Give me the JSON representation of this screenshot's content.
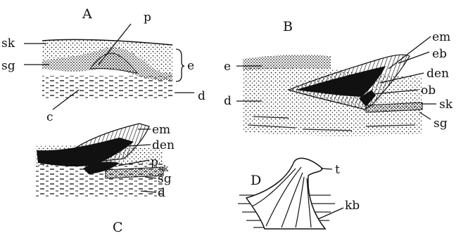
{
  "panels": {
    "A": "A",
    "B": "B",
    "C": "C",
    "D": "D"
  },
  "labels": {
    "a_sk": "sk",
    "a_sg": "sg",
    "a_p": "p",
    "a_e": "e",
    "a_c": "c",
    "a_d": "d",
    "b_e": "e",
    "b_d": "d",
    "b_em": "em",
    "b_eb": "eb",
    "b_den": "den",
    "b_ob": "ob",
    "b_sk": "sk",
    "b_sg": "sg",
    "c_em": "em",
    "c_den": "den",
    "c_p": "p",
    "c_sk": "sk",
    "c_sg": "sg",
    "c_d": "d",
    "d_t": "t",
    "d_kb": "kb"
  }
}
